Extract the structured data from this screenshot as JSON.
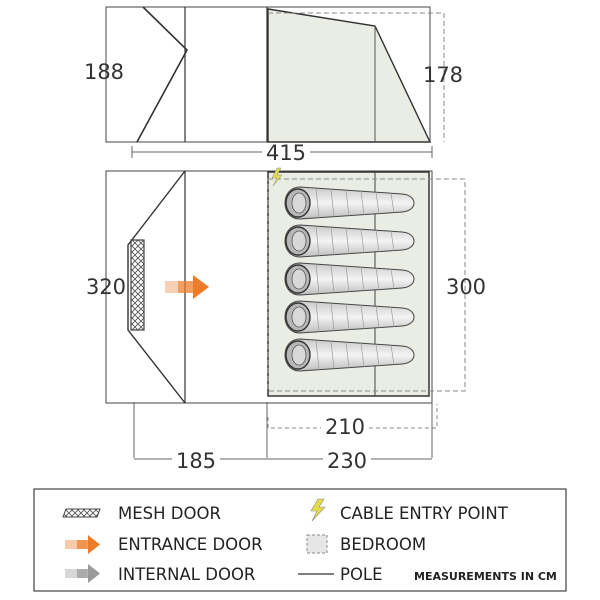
{
  "dimensions": {
    "side_height": "188",
    "inner_height": "178",
    "total_length": "415",
    "width": "320",
    "bedroom_width": "300",
    "bedroom_depth": "210",
    "porch_length": "185",
    "inner_length": "230"
  },
  "legend": {
    "mesh_door": "MESH DOOR",
    "entrance_door": "ENTRANCE DOOR",
    "internal_door": "INTERNAL DOOR",
    "cable_entry": "CABLE ENTRY POINT",
    "bedroom": "BEDROOM",
    "pole": "POLE",
    "measurements": "MEASUREMENTS IN CM"
  },
  "sleeping_bags": 5,
  "colors": {
    "outline": "#3a3a3a",
    "bedroom_fill": "#e9ede3",
    "entrance_arrow": "#ec7c2a",
    "internal_arrow": "#9a9a9a",
    "cable_icon": "#d8d24a",
    "dashed": "#8a8a8a"
  }
}
